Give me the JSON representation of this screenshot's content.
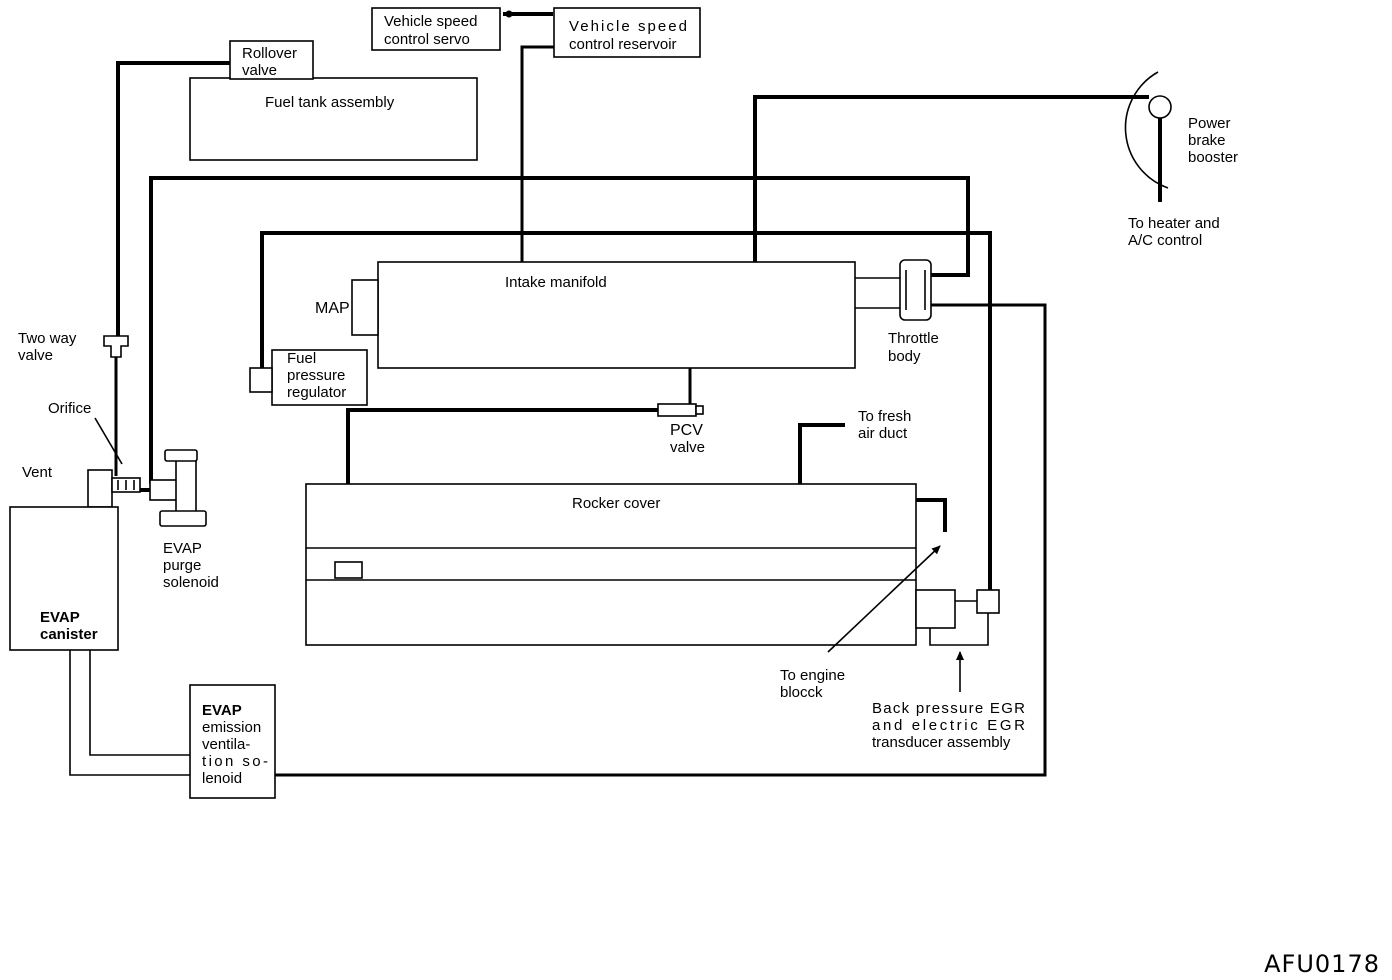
{
  "figure_code": "AFU0178",
  "components": {
    "speed_control_servo": {
      "lines": [
        "Vehicle speed",
        "control servo"
      ]
    },
    "speed_control_reservoir": {
      "lines": [
        "Vehicle speed",
        "control reservoir"
      ]
    },
    "rollover_valve": {
      "lines": [
        "Rollover",
        "valve"
      ]
    },
    "fuel_tank": {
      "lines": [
        "Fuel tank assembly"
      ]
    },
    "power_brake_booster": {
      "lines": [
        "Power",
        "brake",
        "booster"
      ]
    },
    "heater_ac": {
      "lines": [
        "To heater and",
        "A/C control"
      ]
    },
    "intake_manifold": {
      "lines": [
        "Intake manifold"
      ]
    },
    "map_sensor": {
      "lines": [
        "MAP"
      ]
    },
    "throttle_body": {
      "lines": [
        "Throttle",
        "body"
      ]
    },
    "two_way_valve": {
      "lines": [
        "Two way",
        "valve"
      ]
    },
    "fuel_pressure_regulator": {
      "lines": [
        "Fuel",
        "pressure",
        "regulator"
      ]
    },
    "orifice": {
      "lines": [
        "Orifice"
      ]
    },
    "pcv_valve": {
      "lines": [
        "PCV",
        "valve"
      ]
    },
    "fresh_air_duct": {
      "lines": [
        "To fresh",
        "air duct"
      ]
    },
    "vent": {
      "lines": [
        "Vent"
      ]
    },
    "rocker_cover": {
      "lines": [
        "Rocker cover"
      ]
    },
    "evap_purge_solenoid": {
      "lines": [
        "EVAP",
        "purge",
        "solenoid"
      ]
    },
    "evap_canister": {
      "lines": [
        "EVAP",
        "canister"
      ]
    },
    "engine_block": {
      "lines": [
        "To engine",
        "blocck"
      ]
    },
    "egr_transducer": {
      "lines": [
        "Back pressure EGR",
        "and electric EGR",
        "transducer assembly"
      ]
    },
    "evap_ventilation_solenoid": {
      "lines": [
        "EVAP",
        "emission",
        "ventila-",
        "tion so-",
        "lenoid"
      ]
    }
  }
}
